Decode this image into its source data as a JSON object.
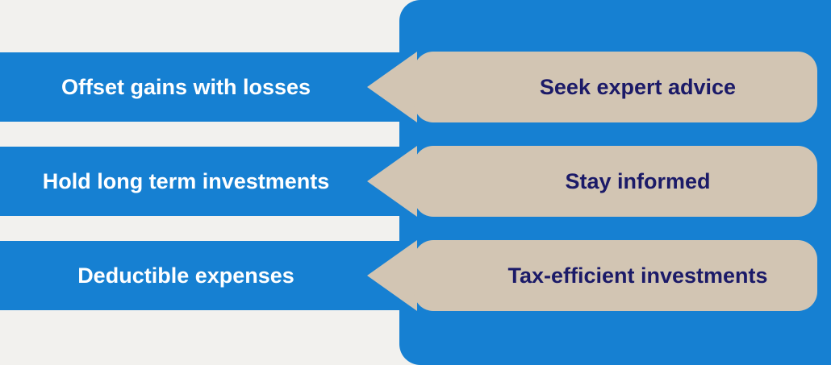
{
  "colors": {
    "background": "#f2f1ee",
    "blue": "#1680d2",
    "tan": "#d2c5b3",
    "navy": "#1b1a68",
    "white": "#ffffff"
  },
  "left_items": [
    {
      "label": "Offset gains with losses"
    },
    {
      "label": "Hold long term investments"
    },
    {
      "label": "Deductible expenses"
    }
  ],
  "right_items": [
    {
      "label": "Seek expert advice"
    },
    {
      "label": "Stay informed"
    },
    {
      "label": "Tax-efficient investments"
    }
  ]
}
